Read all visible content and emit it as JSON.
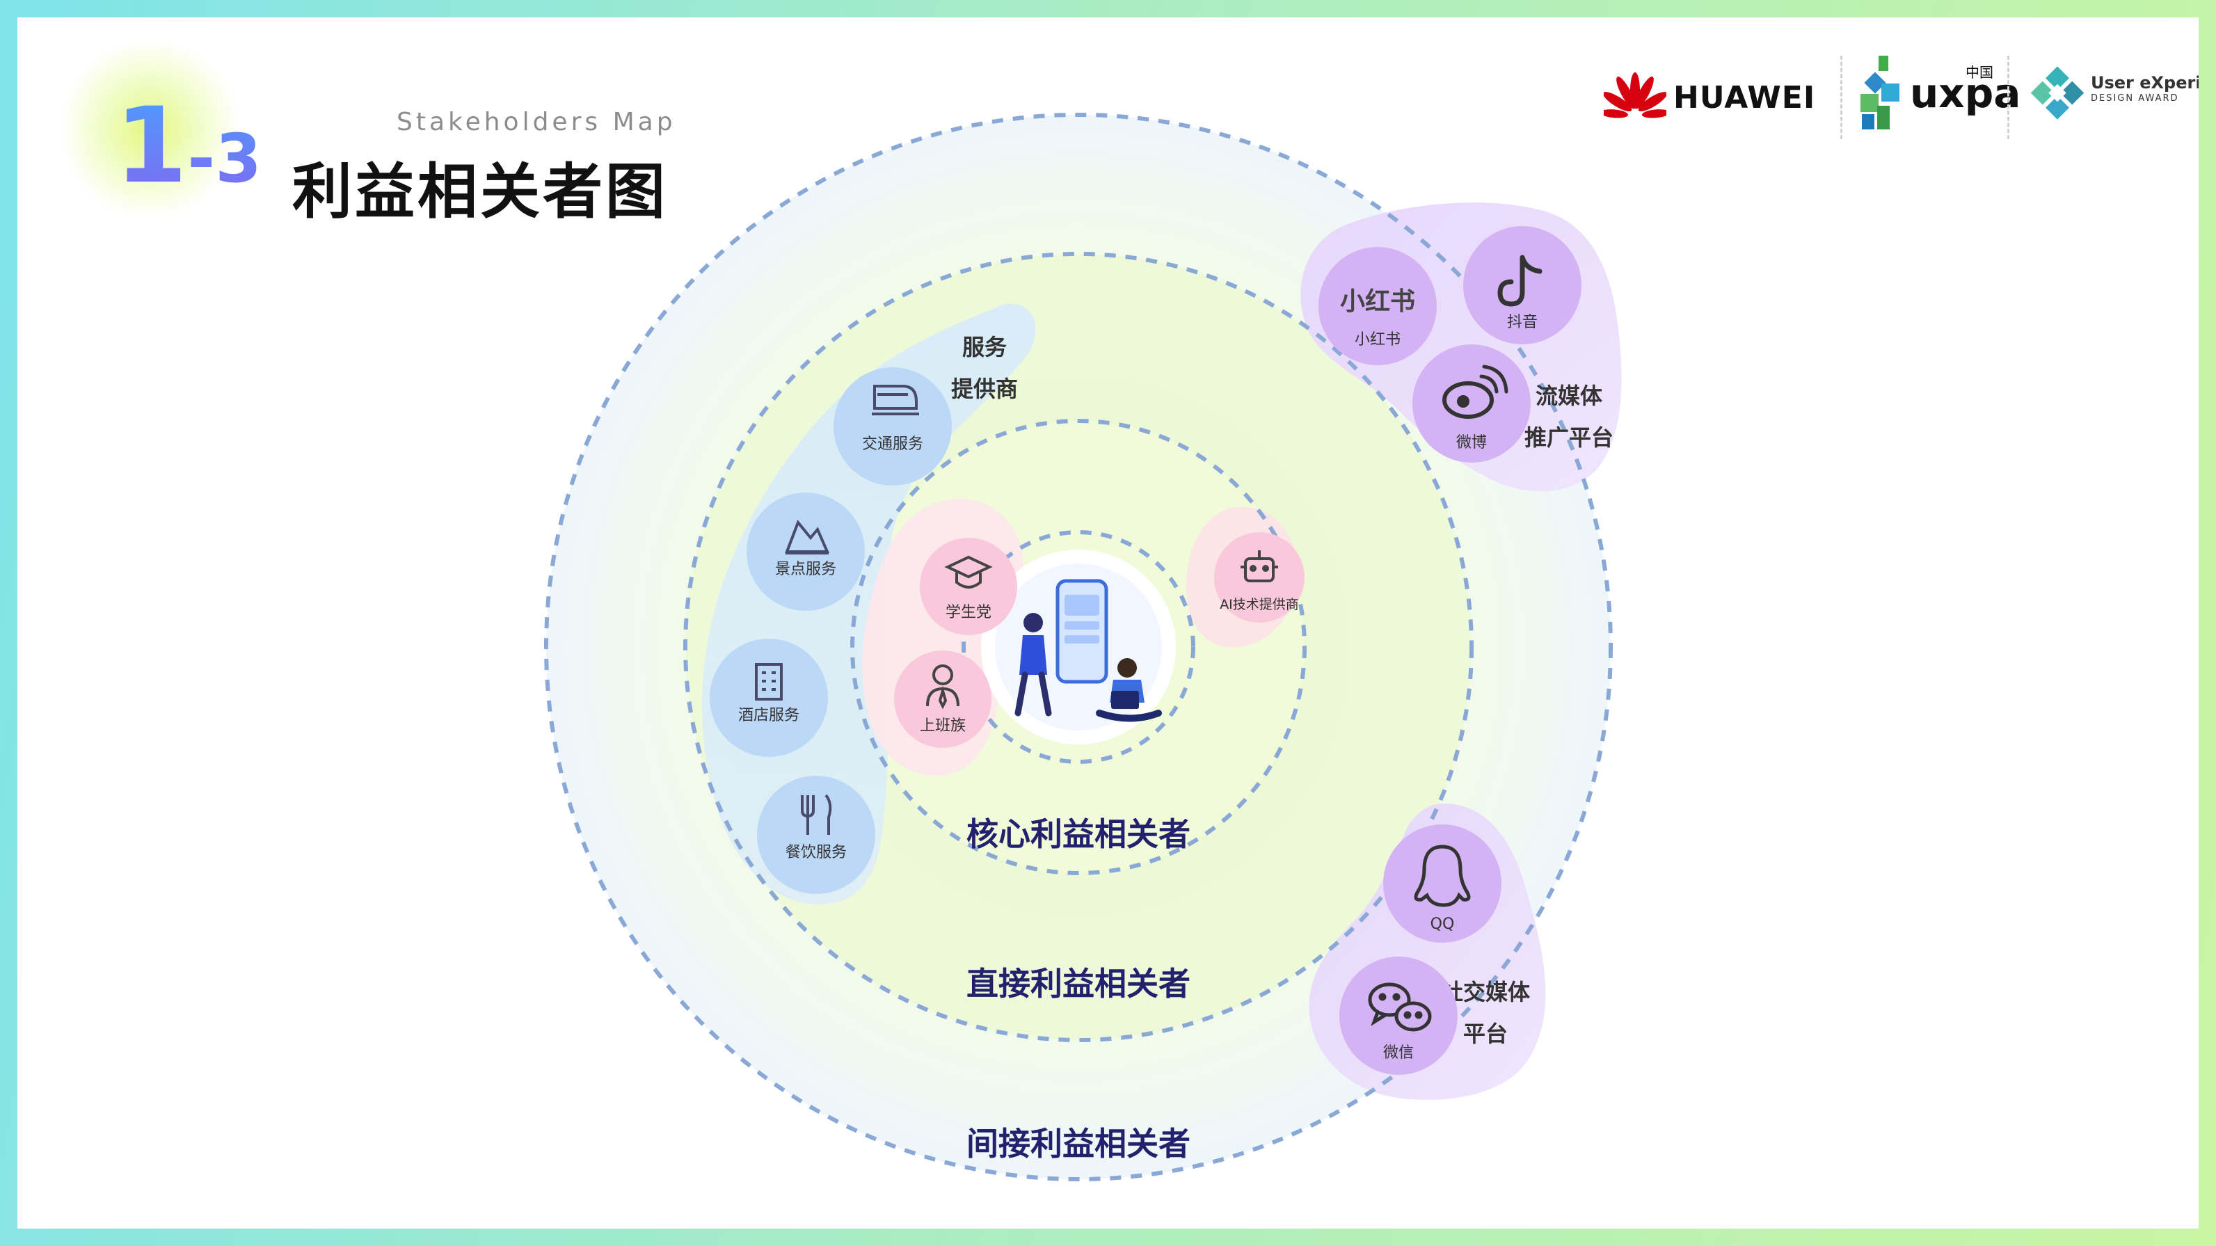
{
  "header": {
    "number": "1",
    "dash_num": "-3",
    "subtitle": "Stakeholders Map",
    "title": "利益相关者图"
  },
  "logos": {
    "huawei": "HUAWEI",
    "uxpa": "uxpa",
    "uxpa_cn": "中国",
    "ux_award_line1": "User eXperience",
    "ux_award_line2": "DESIGN AWARD"
  },
  "rings": {
    "core": "核心利益相关者",
    "direct": "直接利益相关者",
    "indirect": "间接利益相关者"
  },
  "groups": {
    "service_providers": [
      "服务",
      "提供商"
    ],
    "streaming": [
      "流媒体",
      "推广平台"
    ],
    "social": [
      "社交媒体",
      "平台"
    ]
  },
  "nodes": {
    "transport": "交通服务",
    "scenic": "景点服务",
    "hotel": "酒店服务",
    "dining": "餐饮服务",
    "student": "学生党",
    "worker": "上班族",
    "ai": "AI技术提供商",
    "xhs_logo": "小红书",
    "xhs": "小红书",
    "douyin": "抖音",
    "weibo": "微博",
    "qq": "QQ",
    "wechat": "微信"
  },
  "colors": {
    "ring_stroke": "#8aa8d6",
    "service_fill": "#cfe3fb",
    "user_fill": "#fbcde0",
    "media_fill": "#dcc4f7",
    "label_color": "#23206e"
  }
}
